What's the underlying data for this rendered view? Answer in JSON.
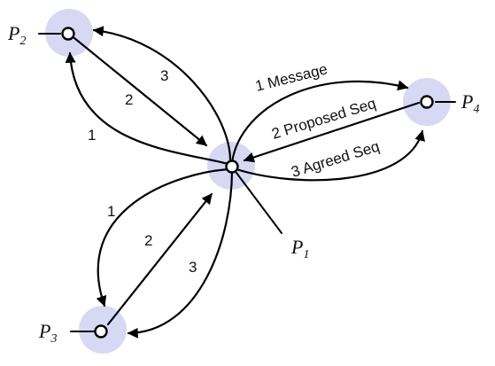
{
  "nodes": {
    "p1": {
      "main": "P",
      "sub": "1"
    },
    "p2": {
      "main": "P",
      "sub": "2"
    },
    "p3": {
      "main": "P",
      "sub": "3"
    },
    "p4": {
      "main": "P",
      "sub": "4"
    }
  },
  "edges": {
    "to_p4_message": "1 Message",
    "from_p4_proposed": "2 Proposed Seq",
    "to_p4_agreed": "3 Agreed Seq",
    "p2_step1": "1",
    "p2_step2": "2",
    "p2_step3": "3",
    "p3_step1": "1",
    "p3_step2": "2",
    "p3_step3": "3"
  },
  "colors": {
    "halo": "#d7d8f3",
    "line": "#000000"
  }
}
